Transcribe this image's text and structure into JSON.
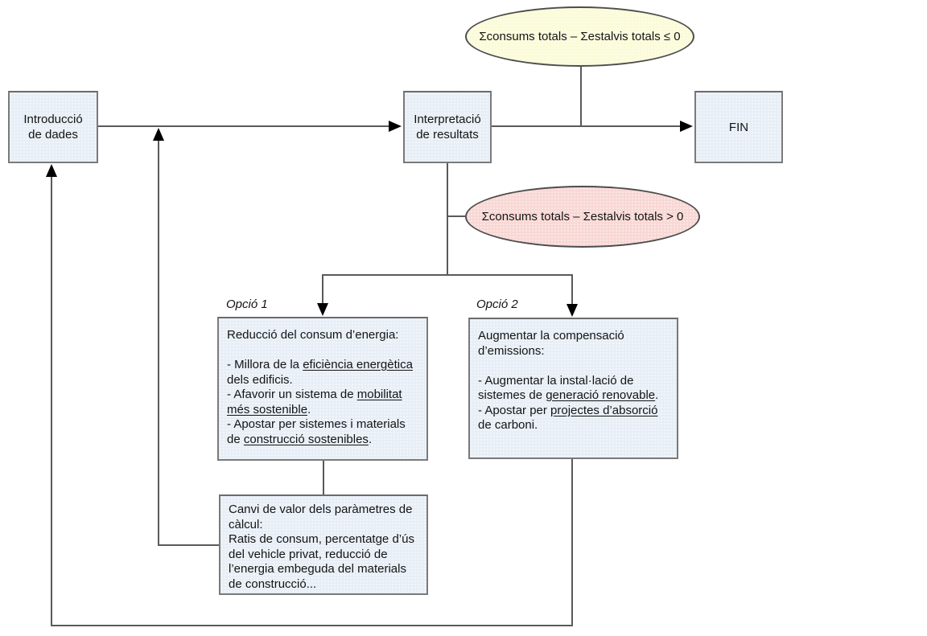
{
  "diagram": {
    "nodes": {
      "intro": {
        "label": "Introducció\nde dades"
      },
      "interpretacio": {
        "label": "Interpretació\nde resultats"
      },
      "fin": {
        "label": "FIN"
      },
      "cond_leq": {
        "label": "Σconsums totals – Σestalvis totals ≤ 0"
      },
      "cond_gt": {
        "label": "Σconsums totals – Σestalvis totals > 0"
      },
      "opcio1": {
        "caption": "Opció 1",
        "paragraphs": [
          [
            {
              "t": "Reducció del consum d’energia:"
            }
          ],
          [],
          [
            {
              "t": "- Millora de la "
            },
            {
              "t": "eficiència energètica",
              "u": true
            },
            {
              "t": " dels edificis."
            }
          ],
          [
            {
              "t": "- Afavorir un sistema de "
            },
            {
              "t": "mobilitat més sostenible",
              "u": true
            },
            {
              "t": "."
            }
          ],
          [
            {
              "t": "- Apostar per sistemes i materials de "
            },
            {
              "t": "construcció sostenibles",
              "u": true
            },
            {
              "t": "."
            }
          ]
        ]
      },
      "opcio2": {
        "caption": "Opció 2",
        "paragraphs": [
          [
            {
              "t": "Augmentar la compensació d’emissions:"
            }
          ],
          [],
          [
            {
              "t": "- Augmentar la instal·lació de sistemes de "
            },
            {
              "t": "generació renovable",
              "u": true
            },
            {
              "t": "."
            }
          ],
          [
            {
              "t": "- Apostar per "
            },
            {
              "t": "projectes d’absorció",
              "u": true
            },
            {
              "t": " de carboni."
            }
          ]
        ]
      },
      "canvi": {
        "paragraphs": [
          [
            {
              "t": "Canvi de valor dels paràmetres de càlcul:"
            }
          ],
          [
            {
              "t": "Ratis de consum, percentatge d’ús del vehicle privat, reducció de l’energia embeguda del materials de construcció..."
            }
          ]
        ]
      }
    },
    "colors": {
      "process_fill": "#e7eef6",
      "end_fill": "#fbfbd9",
      "continue_fill": "#f8d7d4",
      "box_border": "#7a7a7a",
      "shape_border": "#4d4d4d",
      "line": "#5a5a5a",
      "arrow": "#000000"
    }
  }
}
